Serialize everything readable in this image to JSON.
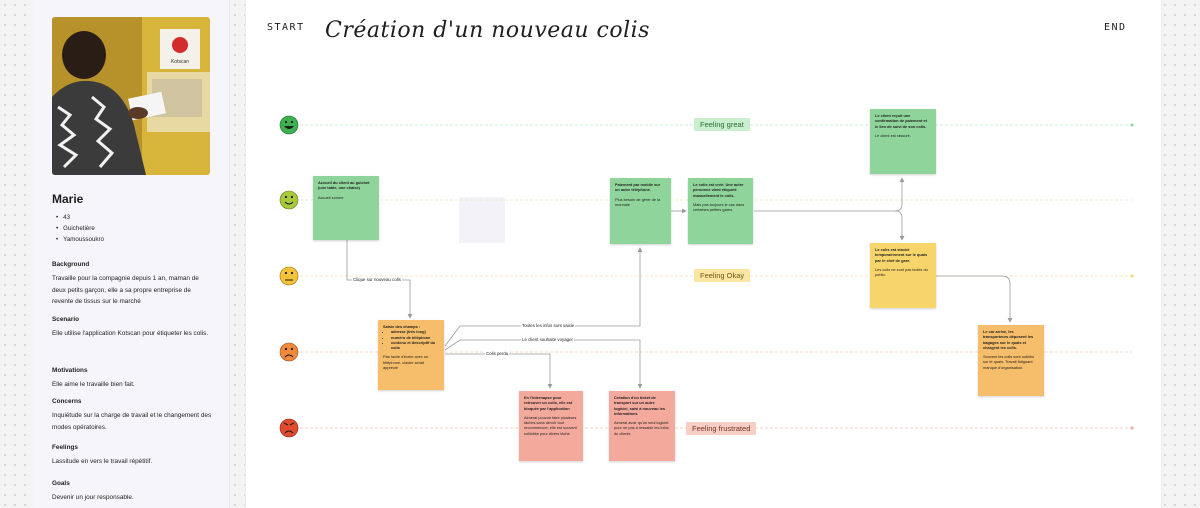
{
  "persona": {
    "name": "Marie",
    "facts": [
      "43",
      "Guichetière",
      "Yamoussoukro"
    ],
    "photo_sign": "Kotscan",
    "sections": [
      {
        "heading": "Background",
        "text": "Travaille pour la compagnie depuis 1 an, maman de deux petits garçon, elle a sa propre entreprise de revente de tissus sur le marché"
      },
      {
        "heading": "Scenario",
        "text": "Elle utilise l'application Kotscan pour étiqueter les colis."
      },
      {
        "heading": "Motivations",
        "text": "Elle aime le travaille bien fait."
      },
      {
        "heading": "Concerns",
        "text": "Inquiétude sur la charge de travail et le changement des modes opératoires."
      },
      {
        "heading": "Feelings",
        "text": "Lassitude en vers le travail répétitif."
      },
      {
        "heading": "Goals",
        "text": "Devenir un jour responsable."
      }
    ]
  },
  "board": {
    "start": "START",
    "end": "END",
    "title": "Création d'un nouveau colis"
  },
  "moods": {
    "great": {
      "label": "Feeling great",
      "color": "#8fd49a"
    },
    "okay": {
      "label": "Feeling Okay",
      "color": "#f8d56b"
    },
    "frustrated": {
      "label": "Feeling frustrated",
      "color": "#f3a99b"
    }
  },
  "edge_labels": {
    "e1": "Clique sur nouveau colis",
    "e2": "Toutes les infos sont saisie",
    "e3": "Le client souhaite voyager",
    "e4": "Colis perdu"
  },
  "notes": {
    "n1": {
      "title": "Accueil du client au guichet (une table, une chaise)",
      "body": "Accueil sonore"
    },
    "n2": {
      "title": "Saisie des champs :",
      "items": [
        "adresse (très long)",
        "numéro de téléphone",
        "contenu et descriptif du colis"
      ],
      "body": "Pas facile d'écrire avec un téléphone, clavier serait apprécié"
    },
    "n3": {
      "title": "Paiement par mobile sur un autre téléphone.",
      "body": "Plus besoin de gérer de la monnaie"
    },
    "n4": {
      "title": "Le colis est créé. Une autre personne vient étiqueté manuellement le colis.",
      "body": "Mais pas toujours le cas dans certaines petites gares."
    },
    "n5": {
      "title": "Le client reçoit une confirmation de paiement et le lien de suivi de son colis.",
      "body": "Le client est rassuré."
    },
    "n6": {
      "title": "Le colis est stocké temporairement sur le quais par le chef de gare.",
      "body": "Les colis ne sont pas isolés du public."
    },
    "n7": {
      "title": "Le car arrive, les transporteurs déposent les bagages sur le quais et chargent les colis.",
      "body": "Souvent les colis sont oubliés sur le quais. Travail fatiguant manque d'organisation."
    },
    "n8": {
      "title": "En l'internapse pour retrouver un colis, elle est bloquée par l'application",
      "body": "Aimerai pouvoir faire plusieurs tâches sans devoir tout recommencer, elle est souvent sollicitée pour divers tâche"
    },
    "n9": {
      "title": "Création d'un ticket de transport sur un autre logiciel, saisi à nouveau les informations",
      "body": "Aimerai avoir qu'un seul logiciel pour ne pas à ressaisir les infos du clients"
    }
  }
}
